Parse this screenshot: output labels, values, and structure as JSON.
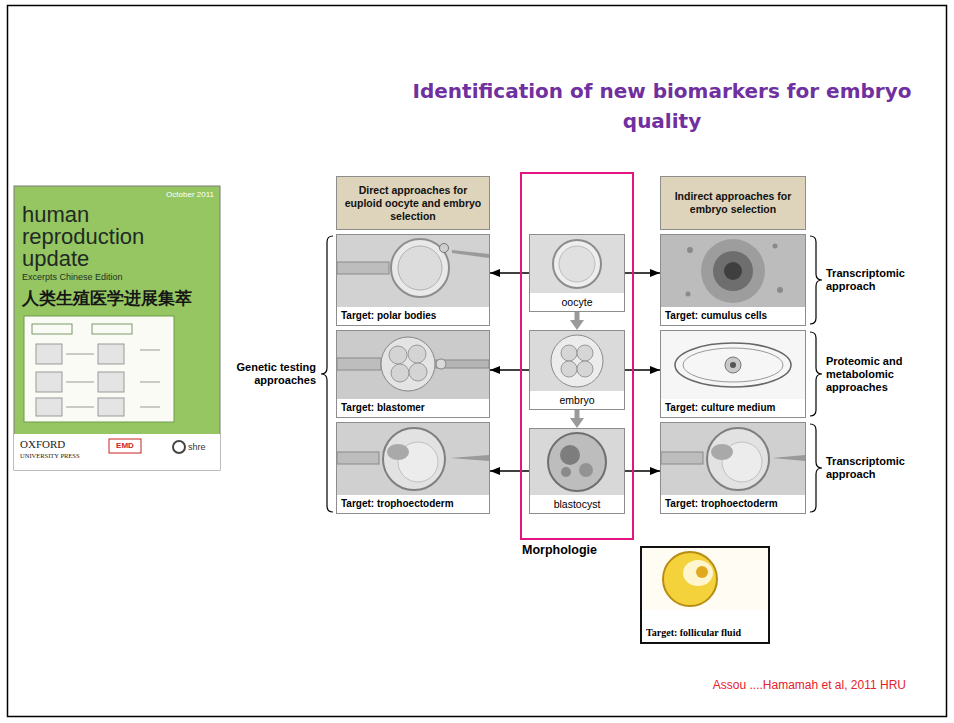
{
  "diagram": {
    "title": "Identification of new biomarkers for embryo quality",
    "nodes": [
      {
        "text": [
          "Direct approaches for euploid oocyte and embryo selection"
        ]
      },
      {
        "text": [
          "Indirect approaches for embryo selection"
        ]
      },
      {
        "text": [
          "Target: polar bodies"
        ]
      },
      {
        "text": [
          "Morphologie"
        ]
      },
      {
        "text": [
          "oocyte"
        ],
        "in": 3
      },
      {
        "text": [
          "Target: cumulus cells"
        ]
      },
      {
        "text": [
          "Target: blastomer"
        ]
      },
      {
        "text": [
          "embryo"
        ],
        "in": 3
      },
      {
        "text": [
          "Target: culture medium"
        ]
      },
      {
        "text": [
          "Target: trophoectoderm"
        ]
      },
      {
        "text": [
          "blastocyst"
        ],
        "in": 3
      },
      {
        "text": [
          "Target: trophoectoderm"
        ]
      },
      {
        "text": [
          "Target: follicular fluid"
        ]
      }
    ],
    "edges": [
      {
        "from": 4,
        "to": 2,
        "arrow": "to"
      },
      {
        "from": 4,
        "to": 5,
        "arrow": "to"
      },
      {
        "from": 4,
        "to": 7,
        "arrow": "to"
      },
      {
        "from": 7,
        "to": 6,
        "arrow": "to"
      },
      {
        "from": 7,
        "to": 8,
        "arrow": "to"
      },
      {
        "from": 7,
        "to": 10,
        "arrow": "to"
      },
      {
        "from": 10,
        "to": 9,
        "arrow": "to"
      },
      {
        "from": 10,
        "to": 11,
        "arrow": "to"
      }
    ],
    "labels": [
      "October 2011",
      "human reproduction update",
      "Excerpts Chinese Edition",
      "人类生殖医学进展集萃",
      "OXFORD",
      "UNIVERSITY PRESS",
      "EMD",
      "shre",
      "Genetic testing approaches",
      "Transcriptomic approach",
      "Proteomic and metabolomic approaches",
      "Transcriptomic approach",
      "Assou ....Hamamah et al, 2011 HRU"
    ]
  }
}
